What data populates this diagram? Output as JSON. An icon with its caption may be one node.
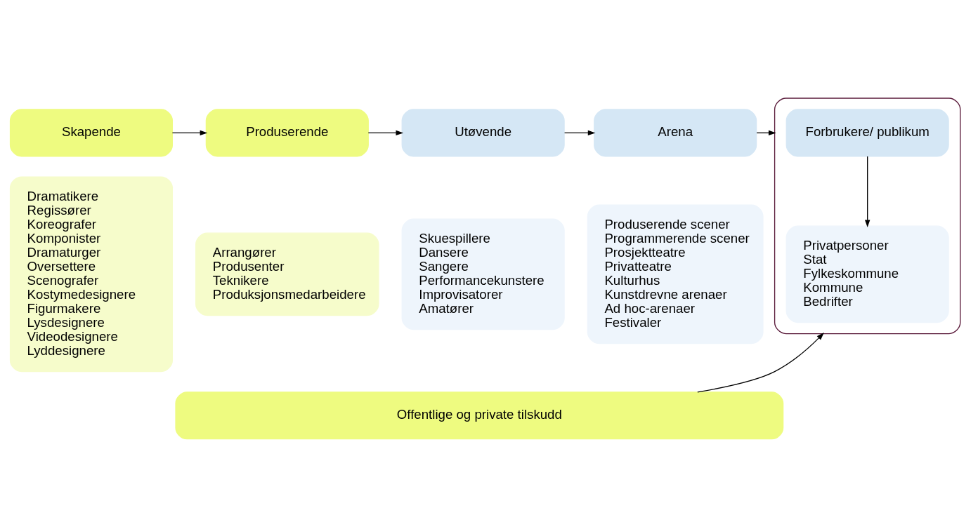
{
  "diagram": {
    "nodes": [
      {
        "text": [
          "Skapende"
        ]
      },
      {
        "text": [
          "Dramatikere",
          "Regissører",
          "Koreografer",
          "Komponister",
          "Dramaturger",
          "Oversettere",
          "Scenografer",
          "Kostymedesignere",
          "Figurmakere",
          "Lysdesignere",
          "Videodesignere",
          "Lyddesignere"
        ]
      },
      {
        "text": [
          "Produserende"
        ]
      },
      {
        "text": [
          "Arrangører",
          "Produsenter",
          "Teknikere",
          "Produksjonsmedarbeidere"
        ]
      },
      {
        "text": [
          "Utøvende"
        ]
      },
      {
        "text": [
          "Skuespillere",
          "Dansere",
          "Sangere",
          "Performancekunstere",
          "Improvisatorer",
          "Amatører"
        ]
      },
      {
        "text": [
          "Arena"
        ]
      },
      {
        "text": [
          "Produserende scener",
          "Programmerende scener",
          "Prosjektteatre",
          "Privatteatre",
          "Kulturhus",
          "Kunstdrevne arenaer",
          "Ad hoc-arenaer",
          "Festivaler"
        ]
      },
      {
        "text": [],
        "shape": "box"
      },
      {
        "text": [
          "Forbrukere/ publikum"
        ],
        "in": 8
      },
      {
        "text": [
          "Privatpersoner",
          "Stat",
          "Fylkeskommune",
          "Kommune",
          "Bedrifter"
        ],
        "in": 8
      },
      {
        "text": [
          "Offentlige og private tilskudd"
        ]
      }
    ],
    "edges": [
      {
        "from": 0,
        "to": 2,
        "arrow": "to"
      },
      {
        "from": 2,
        "to": 4,
        "arrow": "to"
      },
      {
        "from": 4,
        "to": 6,
        "arrow": "to"
      },
      {
        "from": 6,
        "to": 8,
        "arrow": "to"
      },
      {
        "from": 9,
        "to": 10,
        "arrow": "to"
      },
      {
        "from": 11,
        "to": 8,
        "arrow": "to"
      }
    ]
  }
}
